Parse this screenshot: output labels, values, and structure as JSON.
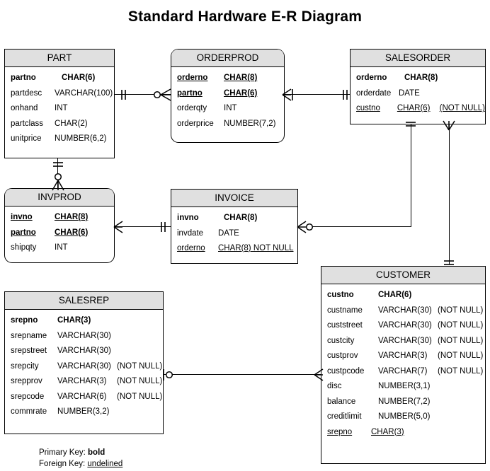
{
  "title": "Standard Hardware  E-R Diagram",
  "legend": {
    "primary_key_label": "Primary Key:",
    "primary_key_value": "bold",
    "foreign_key_label": "Foreign Key:",
    "foreign_key_value": "undelined"
  },
  "entities": {
    "part": {
      "name": "PART",
      "attributes": [
        {
          "name": "partno",
          "type": "CHAR(6)",
          "null": ""
        },
        {
          "name": "partdesc",
          "type": "VARCHAR(100)",
          "null": ""
        },
        {
          "name": "onhand",
          "type": "INT",
          "null": ""
        },
        {
          "name": "partclass",
          "type": "CHAR(2)",
          "null": ""
        },
        {
          "name": "unitprice",
          "type": "NUMBER(6,2)",
          "null": ""
        }
      ]
    },
    "orderprod": {
      "name": "ORDERPROD",
      "attributes": [
        {
          "name": "orderno",
          "type": "CHAR(8)",
          "null": ""
        },
        {
          "name": "partno",
          "type": "CHAR(6)",
          "null": ""
        },
        {
          "name": "orderqty",
          "type": "INT",
          "null": ""
        },
        {
          "name": "orderprice",
          "type": "NUMBER(7,2)",
          "null": ""
        }
      ]
    },
    "salesorder": {
      "name": "SALESORDER",
      "attributes": [
        {
          "name": "orderno",
          "type": "CHAR(8)",
          "null": ""
        },
        {
          "name": "orderdate",
          "type": "DATE",
          "null": ""
        },
        {
          "name": "custno",
          "type": "CHAR(6)",
          "null": "(NOT NULL)"
        }
      ]
    },
    "invprod": {
      "name": "INVPROD",
      "attributes": [
        {
          "name": "invno",
          "type": "CHAR(8)",
          "null": ""
        },
        {
          "name": "partno",
          "type": "CHAR(6)",
          "null": ""
        },
        {
          "name": "shipqty",
          "type": "INT",
          "null": ""
        }
      ]
    },
    "invoice": {
      "name": "INVOICE",
      "attributes": [
        {
          "name": "invno",
          "type": "CHAR(8)",
          "null": ""
        },
        {
          "name": "invdate",
          "type": "DATE",
          "null": ""
        },
        {
          "name": "orderno",
          "type": "CHAR(8) NOT NULL",
          "null": ""
        }
      ]
    },
    "customer": {
      "name": "CUSTOMER",
      "attributes": [
        {
          "name": "custno",
          "type": "CHAR(6)",
          "null": ""
        },
        {
          "name": "custname",
          "type": "VARCHAR(30)",
          "null": "(NOT NULL)"
        },
        {
          "name": "custstreet",
          "type": "VARCHAR(30)",
          "null": "(NOT NULL)"
        },
        {
          "name": "custcity",
          "type": "VARCHAR(30)",
          "null": "(NOT NULL)"
        },
        {
          "name": "custprov",
          "type": "VARCHAR(3)",
          "null": "(NOT NULL)"
        },
        {
          "name": "custpcode",
          "type": "VARCHAR(7)",
          "null": "(NOT NULL)"
        },
        {
          "name": "disc",
          "type": "NUMBER(3,1)",
          "null": ""
        },
        {
          "name": "balance",
          "type": "NUMBER(7,2)",
          "null": ""
        },
        {
          "name": "creditlimit",
          "type": "NUMBER(5,0)",
          "null": ""
        },
        {
          "name": "srepno",
          "type": "CHAR(3)",
          "null": ""
        }
      ]
    },
    "salesrep": {
      "name": "SALESREP",
      "attributes": [
        {
          "name": "srepno",
          "type": "CHAR(3)",
          "null": ""
        },
        {
          "name": "srepname",
          "type": "VARCHAR(30)",
          "null": ""
        },
        {
          "name": "srepstreet",
          "type": "VARCHAR(30)",
          "null": ""
        },
        {
          "name": "srepcity",
          "type": "VARCHAR(30)",
          "null": "(NOT NULL)"
        },
        {
          "name": "srepprov",
          "type": "VARCHAR(3)",
          "null": "(NOT NULL)"
        },
        {
          "name": "srepcode",
          "type": "VARCHAR(6)",
          "null": "(NOT NULL)"
        },
        {
          "name": "commrate",
          "type": "NUMBER(3,2)",
          "null": ""
        }
      ]
    }
  },
  "relationships": [
    {
      "id": "part-orderprod",
      "from": "PART",
      "to": "ORDERPROD",
      "from_card": "one",
      "to_card": "zero-or-many"
    },
    {
      "id": "orderprod-salesorder",
      "from": "ORDERPROD",
      "to": "SALESORDER",
      "from_card": "many",
      "to_card": "one"
    },
    {
      "id": "part-invprod",
      "from": "PART",
      "to": "INVPROD",
      "from_card": "one",
      "to_card": "zero-or-many"
    },
    {
      "id": "invprod-invoice",
      "from": "INVPROD",
      "to": "INVOICE",
      "from_card": "many",
      "to_card": "one"
    },
    {
      "id": "invoice-salesorder",
      "from": "INVOICE",
      "to": "SALESORDER",
      "from_card": "zero-or-many",
      "to_card": "one"
    },
    {
      "id": "salesorder-customer",
      "from": "SALESORDER",
      "to": "CUSTOMER",
      "from_card": "many",
      "to_card": "one"
    },
    {
      "id": "salesrep-customer",
      "from": "SALESREP",
      "to": "CUSTOMER",
      "from_card": "zero-or-one",
      "to_card": "many"
    }
  ],
  "colors": {
    "header_fill": "#e0e0e0",
    "stroke": "#000000",
    "background": "#ffffff"
  }
}
